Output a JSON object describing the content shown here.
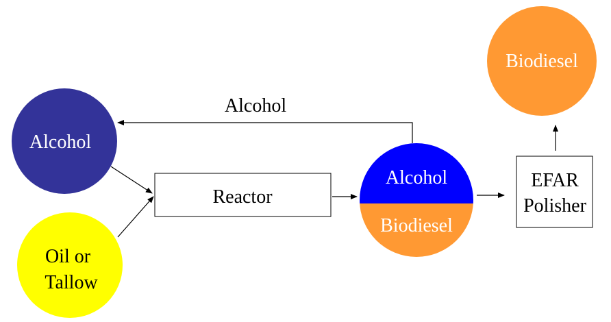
{
  "nodes": {
    "alcohol_source": {
      "label": "Alcohol",
      "fill": "#333399",
      "text_color": "#ffffff"
    },
    "oil_source": {
      "label_line1": "Oil or",
      "label_line2": "Tallow",
      "fill": "#ffff00",
      "text_color": "#000000"
    },
    "reactor": {
      "label": "Reactor"
    },
    "separator": {
      "top_label": "Alcohol",
      "bottom_label": "Biodiesel",
      "top_fill": "#0000ff",
      "bottom_fill": "#ff9933",
      "text_color": "#ffffff"
    },
    "polisher": {
      "label_line1": "EFAR",
      "label_line2": "Polisher"
    },
    "biodiesel_product": {
      "label": "Biodiesel",
      "fill": "#ff9933",
      "text_color": "#ffffff"
    }
  },
  "edges": {
    "recycle_label": "Alcohol"
  }
}
